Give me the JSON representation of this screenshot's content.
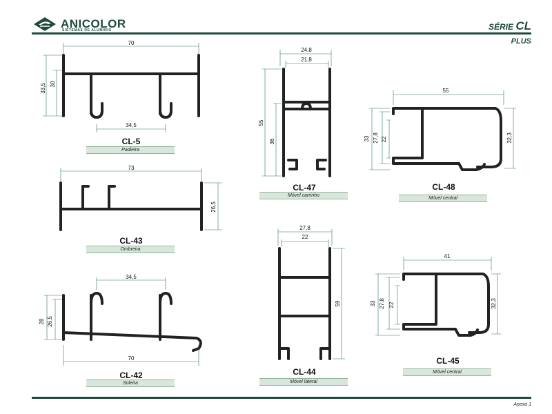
{
  "header": {
    "brand": "ANICOLOR",
    "brand_sub": "SISTEMAS DE ALUMÍNIO",
    "serie_label": "SÉRIE",
    "serie_value": "CL",
    "line": "PLUS"
  },
  "footer": {
    "annex": "Anexo 1"
  },
  "profiles": [
    {
      "code": "CL-5",
      "caption": "Padieira",
      "dims": [
        "70",
        "33,5",
        "30",
        "34,5"
      ]
    },
    {
      "code": "CL-43",
      "caption": "Ombreira",
      "dims": [
        "73",
        "26,5"
      ]
    },
    {
      "code": "CL-42",
      "caption": "Soleira",
      "dims": [
        "34,5",
        "28",
        "26,5",
        "70"
      ]
    },
    {
      "code": "CL-47",
      "caption": "Móvel carrinho",
      "dims": [
        "24,8",
        "21,8",
        "55",
        "36"
      ]
    },
    {
      "code": "CL-44",
      "caption": "Móvel lateral",
      "dims": [
        "27,8",
        "22",
        "59"
      ]
    },
    {
      "code": "CL-48",
      "caption": "Móvel central",
      "dims": [
        "55",
        "33",
        "27,8",
        "22",
        "32,3"
      ]
    },
    {
      "code": "CL-45",
      "caption": "Móvel central",
      "dims": [
        "41",
        "33",
        "27,8",
        "22",
        "32,3"
      ]
    }
  ],
  "colors": {
    "brand": "#1f4a3c",
    "caption_bg": "#d9e6db",
    "dimension": "#2e7a52"
  }
}
